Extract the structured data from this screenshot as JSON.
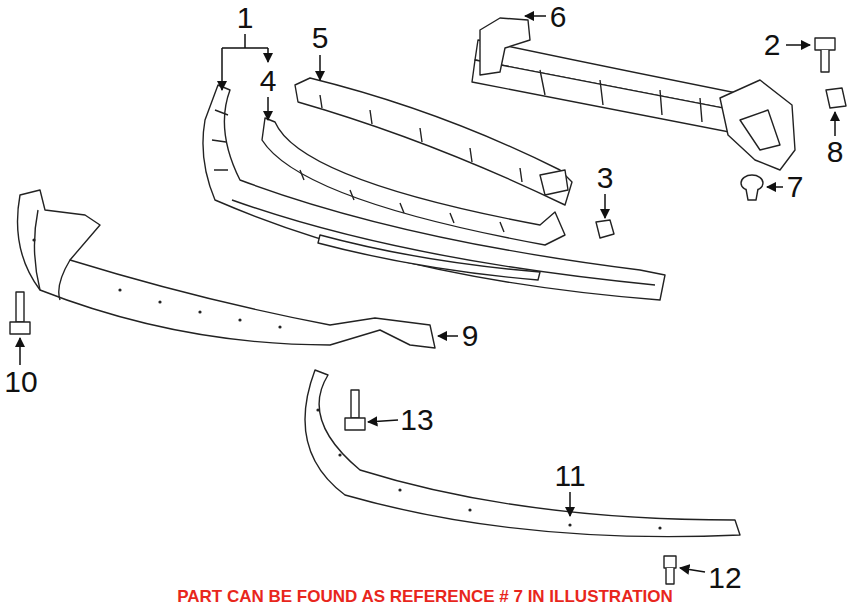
{
  "diagram": {
    "labels": [
      "1",
      "4",
      "5",
      "6",
      "2",
      "8",
      "3",
      "7",
      "9",
      "10",
      "13",
      "11",
      "12",
      "PART CAN BE FOUND AS REFERENCE # 7 IN ILLUSTRATION"
    ]
  }
}
